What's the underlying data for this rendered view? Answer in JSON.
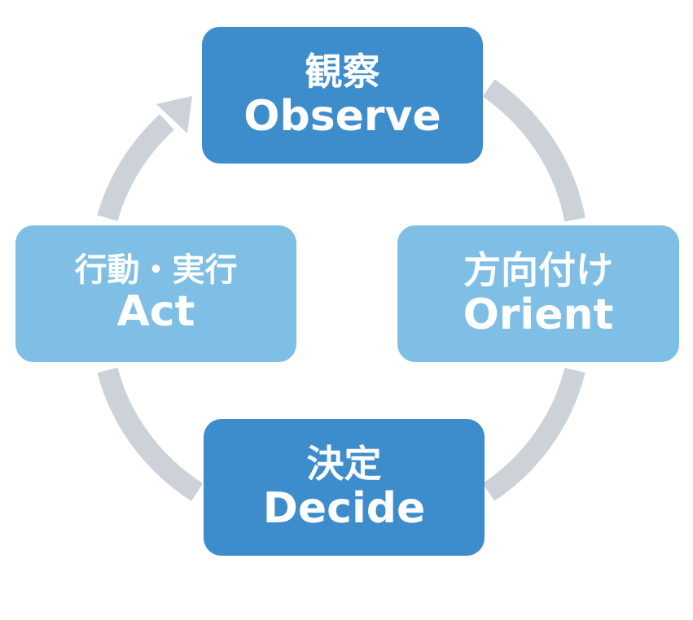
{
  "diagram": {
    "type": "cycle",
    "ring_color": "#cdd2d9",
    "colors": {
      "dark_node": "#3d8ccc",
      "light_node": "#7fbfe6",
      "text": "#ffffff"
    },
    "nodes": [
      {
        "id": "observe",
        "jp": "観察",
        "en": "Observe"
      },
      {
        "id": "orient",
        "jp": "方向付け",
        "en": "Orient"
      },
      {
        "id": "decide",
        "jp": "決定",
        "en": "Decide"
      },
      {
        "id": "act",
        "jp": "行動・実行",
        "en": "Act"
      }
    ],
    "flow": [
      "observe",
      "orient",
      "decide",
      "act",
      "observe"
    ]
  }
}
